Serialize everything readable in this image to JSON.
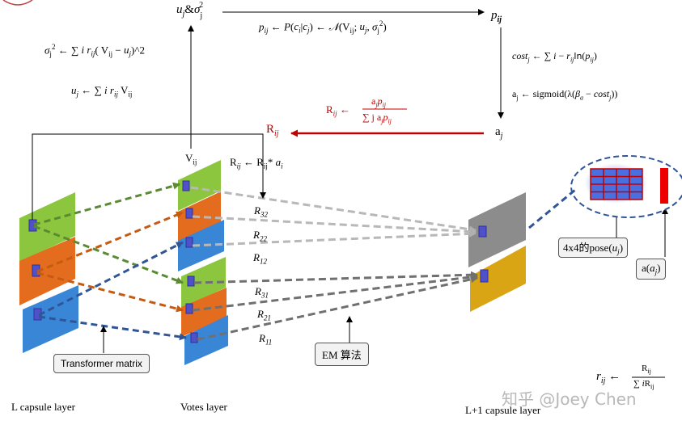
{
  "formulas": {
    "u_sigma": "u_j&σ_j^2",
    "p_ij": "p_ij ← P(c_i|c_j) ← N(V_ij; u_j, σ_j^2)",
    "p_ij_node": "p_ij",
    "sigma_update": "σ_j^2 ← ∑ i r_ij( V_ij − u_j)^2",
    "u_update": "u_j ← ∑ i r_ij V_ij",
    "cost": "cost_j ← ∑ i − r_ij ln(p_ij)",
    "activation": "a_j ← sigmoid(λ(β_a − cost_j))",
    "a_j_node": "a_j",
    "R_update_num": "a_j p_ij",
    "R_update_den": "∑ j a_j p_ij",
    "R_update_lhs": "R_ij ←",
    "R_node": "R_ij",
    "V_ij": "V_ij",
    "R_times_a": "R_ij ← R_ij * a_i",
    "r_num": "R_ij",
    "r_den": "∑ i R_ij",
    "r_lhs": "r_ij ←"
  },
  "routing_labels": [
    "R_32",
    "R_22",
    "R_12",
    "R_31",
    "R_21",
    "R_11"
  ],
  "callouts": {
    "pose": "4x4的pose(u_j)",
    "activation": "a(a_j)",
    "transformer": "Transformer matrix",
    "em": "EM 算法"
  },
  "layers": {
    "left": "L capsule layer",
    "middle": "Votes layer",
    "right": "L+1 capsule layer"
  },
  "watermark": "知乎 @Joey Chen",
  "colors": {
    "green": "#8cc63f",
    "orange": "#e46c1f",
    "blue": "#3a86d6",
    "gray": "#8c8c8c",
    "yellow": "#d9a514",
    "red": "#c00000",
    "green_dash": "#5a8a32",
    "orange_dash": "#c55a11",
    "blue_dash": "#2f5597"
  }
}
